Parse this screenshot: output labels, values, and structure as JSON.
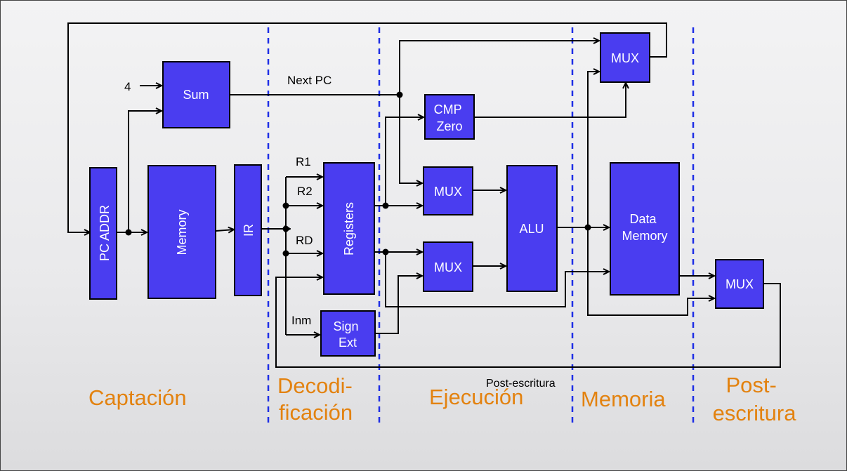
{
  "blocks": {
    "pc_addr": "PC ADDR",
    "sum": "Sum",
    "memory": "Memory",
    "ir": "IR",
    "registers": "Registers",
    "sign_ext": [
      "Sign",
      "Ext"
    ],
    "cmp_zero": [
      "CMP",
      "Zero"
    ],
    "mux_a": "MUX",
    "mux_b": "MUX",
    "alu": "ALU",
    "data_memory": [
      "Data",
      "Memory"
    ],
    "mux_pc": "MUX",
    "mux_wb": "MUX"
  },
  "labels": {
    "const_four": "4",
    "next_pc": "Next PC",
    "r1": "R1",
    "r2": "R2",
    "rd": "RD",
    "inm": "Inm",
    "writeback": "Post-escritura"
  },
  "stages": {
    "fetch": "Captación",
    "decode": [
      "Decodi-",
      "ficación"
    ],
    "execute": "Ejecución",
    "memory": "Memoria",
    "writeback": [
      "Post-",
      "escritura"
    ]
  },
  "colors": {
    "block_fill": "#4a3df0",
    "stage_line": "#1e2ee6",
    "stage_text": "#e3820f"
  }
}
